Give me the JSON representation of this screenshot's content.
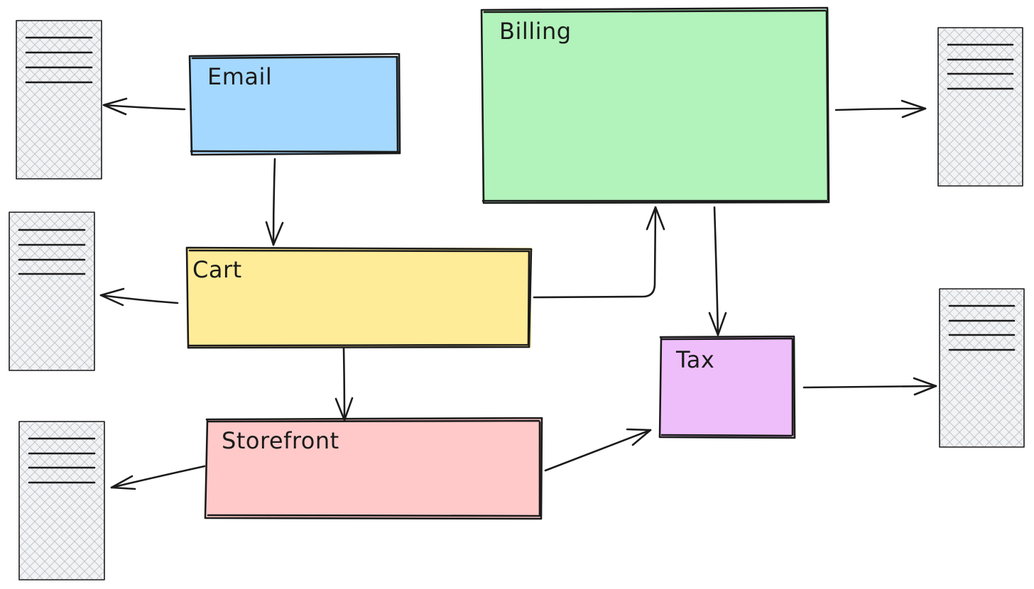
{
  "colors": {
    "email": "#a5d8ff",
    "billing": "#b2f2bb",
    "cart": "#ffec99",
    "tax": "#eebefa",
    "storefront": "#ffc9c9",
    "stroke": "#1b1b1b",
    "document_hatch": "#c3c7cc"
  },
  "boxes": {
    "email": {
      "label": "Email"
    },
    "billing": {
      "label": "Billing"
    },
    "cart": {
      "label": "Cart"
    },
    "storefront": {
      "label": "Storefront"
    },
    "tax": {
      "label": "Tax"
    }
  },
  "documents": {
    "email_store": {
      "icon": "document-icon"
    },
    "cart_store": {
      "icon": "document-icon"
    },
    "storefront_store": {
      "icon": "document-icon"
    },
    "billing_store": {
      "icon": "document-icon"
    },
    "tax_store": {
      "icon": "document-icon"
    }
  }
}
